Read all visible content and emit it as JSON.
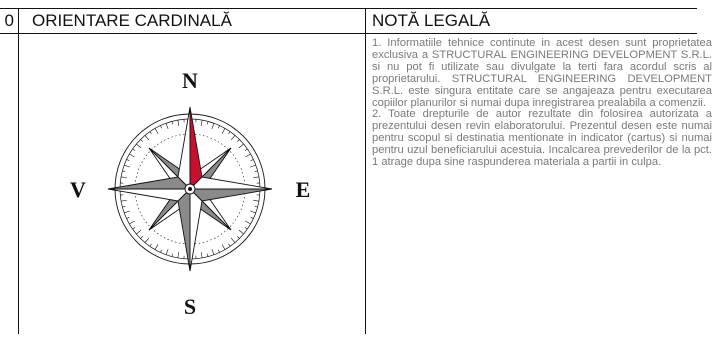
{
  "header": {
    "stub_label": "0",
    "compass_title": "ORIENTARE CARDINALĂ",
    "legal_title": "NOTĂ LEGALĂ"
  },
  "compass": {
    "north": "N",
    "south": "S",
    "east": "E",
    "west": "V",
    "north_color": "#c8102e"
  },
  "legal_notes": [
    "1. Informatiile tehnice continute in acest desen sunt proprietatea exclusiva a STRUCTURAL ENGINEERING DEVELOPMENT S.R.L. si nu pot fi utilizate sau divulgate la terti fara acordul scris al proprietarului. STRUCTURAL ENGINEERING DEVELOPMENT S.R.L. este singura entitate care se angajeaza pentru executarea copiilor planurilor si numai dupa inregistrarea prealabila a comenzii.",
    "2. Toate drepturile de autor rezultate din folosirea autorizata a prezentului desen revin elaboratorului. Prezentul desen este numai pentru scopul si destinatia mentionate in indicator (cartus) si numai pentru uzul beneficiarului acestuia. Incalcarea prevederilor de la pct. 1 atrage dupa sine raspunderea materiala a partii in culpa."
  ]
}
